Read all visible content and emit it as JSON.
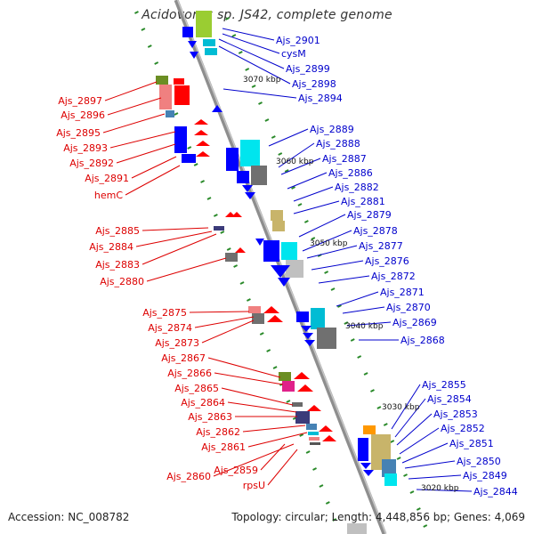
{
  "title": "Acidovorax sp. JS42, complete genome",
  "accession": "Accession: NC_008782",
  "summary": "Topology: circular; Length: 4,448,856 bp; Genes: 4,069",
  "colors": {
    "left_label": "#dd0000",
    "right_label": "#0000cc",
    "backbone": "#8a8a8a",
    "tick": "#2a8a2a",
    "left_arrow": "#ff0000",
    "right_arrow": "#0000ff"
  },
  "kbp_labels": [
    "3070 kbp",
    "3060 kbp",
    "3050 kbp",
    "3040 kbp",
    "3030 kbp",
    "3020 kbp"
  ],
  "left_labels": [
    "Ajs_2897",
    "Ajs_2896",
    "Ajs_2895",
    "Ajs_2893",
    "Ajs_2892",
    "Ajs_2891",
    "hemC",
    "Ajs_2885",
    "Ajs_2884",
    "Ajs_2883",
    "Ajs_2880",
    "Ajs_2875",
    "Ajs_2874",
    "Ajs_2873",
    "Ajs_2867",
    "Ajs_2866",
    "Ajs_2865",
    "Ajs_2864",
    "Ajs_2863",
    "Ajs_2862",
    "Ajs_2861",
    "Ajs_2859",
    "Ajs_2860",
    "rpsU"
  ],
  "right_labels": [
    "Ajs_2901",
    "cysM",
    "Ajs_2899",
    "Ajs_2898",
    "Ajs_2894",
    "Ajs_2889",
    "Ajs_2888",
    "Ajs_2887",
    "Ajs_2886",
    "Ajs_2882",
    "Ajs_2881",
    "Ajs_2879",
    "Ajs_2878",
    "Ajs_2877",
    "Ajs_2876",
    "Ajs_2872",
    "Ajs_2871",
    "Ajs_2870",
    "Ajs_2869",
    "Ajs_2868",
    "Ajs_2855",
    "Ajs_2854",
    "Ajs_2853",
    "Ajs_2852",
    "Ajs_2851",
    "Ajs_2850",
    "Ajs_2849",
    "Ajs_2844"
  ]
}
